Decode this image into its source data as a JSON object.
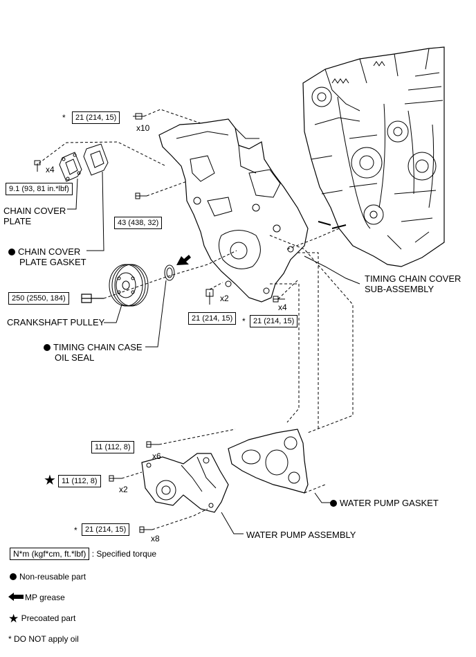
{
  "parts": {
    "chain_cover_plate": [
      "CHAIN COVER",
      "PLATE"
    ],
    "chain_cover_plate_gasket": [
      "CHAIN COVER",
      "PLATE GASKET"
    ],
    "crankshaft_pulley": "CRANKSHAFT PULLEY",
    "timing_chain_case_oil_seal": [
      "TIMING CHAIN CASE",
      "OIL SEAL"
    ],
    "timing_chain_cover_sub_assembly": [
      "TIMING CHAIN COVER",
      "SUB-ASSEMBLY"
    ],
    "water_pump_gasket": "WATER PUMP GASKET",
    "water_pump_assembly": "WATER PUMP ASSEMBLY"
  },
  "torques": {
    "t_top": "21 (214, 15)",
    "t_plate": "9.1 (93, 81 in.*lbf)",
    "t_mid": "43 (438, 32)",
    "t_pulley": "250 (2550, 184)",
    "t_nut": "21 (214, 15)",
    "t_lower": "21 (214, 15)",
    "t_wp1": "11 (112, 8)",
    "t_wp2": "11 (112, 8)",
    "t_wp3": "21 (214, 15)"
  },
  "quantities": {
    "q_top": "x10",
    "q_plate": "x4",
    "q_nut": "x2",
    "q_lower": "x4",
    "q_wp1": "x6",
    "q_wp2": "x2",
    "q_wp3": "x8"
  },
  "marks": {
    "no_oil": "*"
  },
  "legend": {
    "torque_box": "N*m (kgf*cm, ft.*lbf)",
    "torque_desc": ": Specified torque",
    "non_reusable": "Non-reusable part",
    "mp_grease": "MP grease",
    "precoated": "Precoated part",
    "no_oil": "* DO NOT apply oil"
  },
  "colors": {
    "line": "#000000",
    "background": "#ffffff"
  }
}
